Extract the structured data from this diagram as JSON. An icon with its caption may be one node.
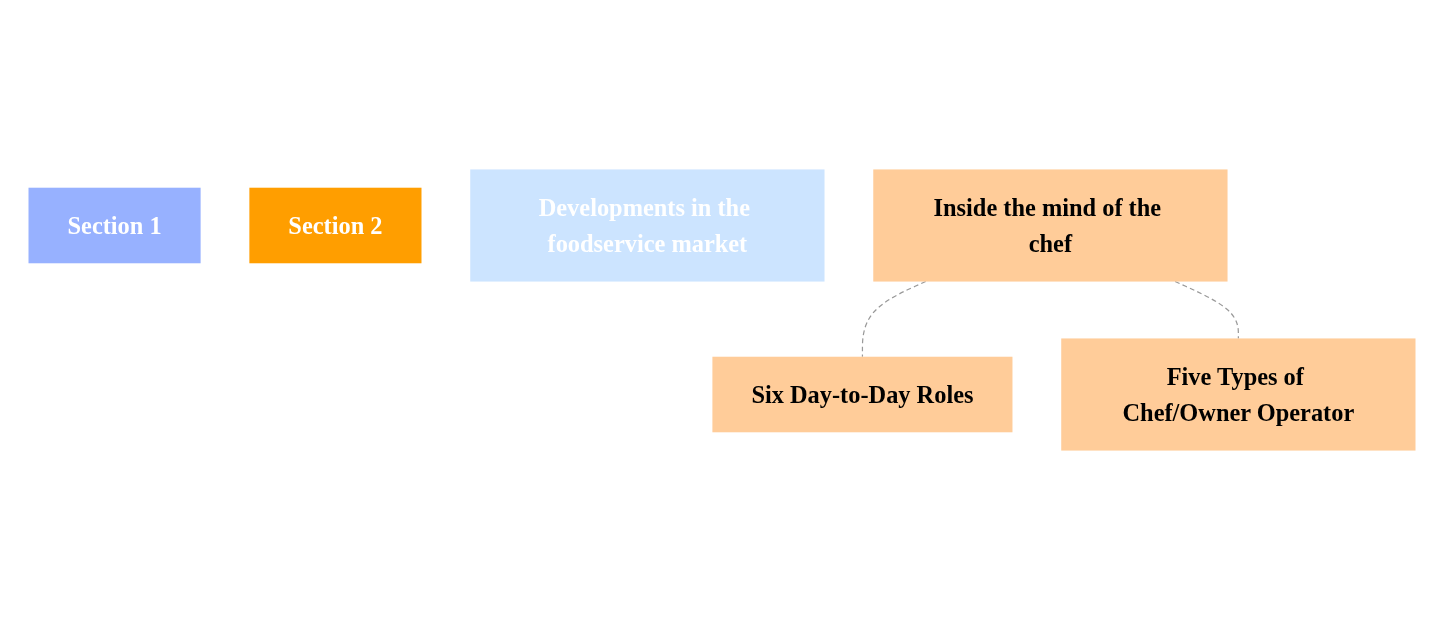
{
  "diagram": {
    "nodes": [
      {
        "text": [
          "Section 1"
        ]
      },
      {
        "text": [
          "Section 2"
        ]
      },
      {
        "text": [
          "Developments in the foodservice market"
        ]
      },
      {
        "text": [
          "Inside the mind of the chef"
        ]
      },
      {
        "text": [
          "Six Day-to-Day Roles"
        ]
      },
      {
        "text": [
          "Five Types of Chef/Owner Operator"
        ]
      }
    ],
    "edges": [
      {
        "from": 3,
        "to": 4,
        "arrow": "none",
        "style": "dashed"
      },
      {
        "from": 3,
        "to": 5,
        "arrow": "none",
        "style": "dashed"
      }
    ]
  }
}
